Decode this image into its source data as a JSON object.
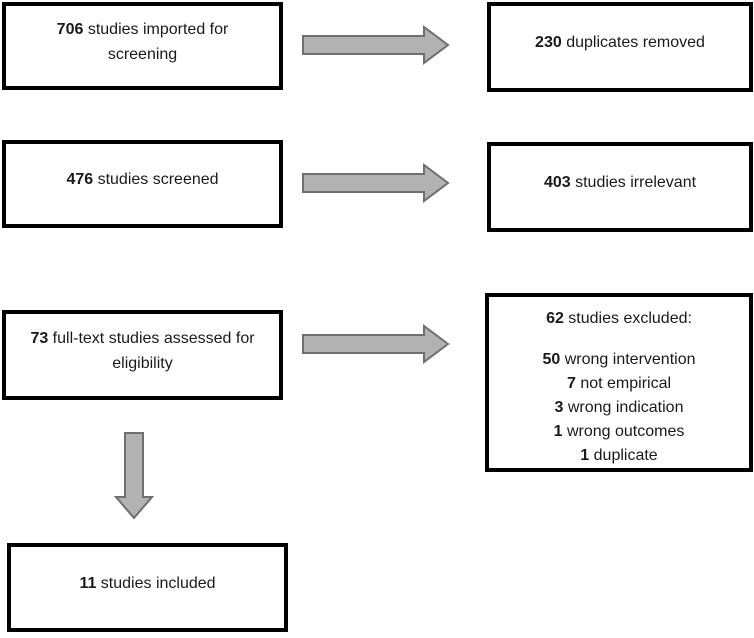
{
  "colors": {
    "background": "#ffffff",
    "box_border": "#000000",
    "text": "#1a1a1a",
    "arrow_fill": "#b2b2b2",
    "arrow_stroke": "#6f6f6f"
  },
  "boxes": {
    "imported": {
      "number": "706",
      "label": " studies imported for screening"
    },
    "duplicates": {
      "number": "230",
      "label": " duplicates removed"
    },
    "screened": {
      "number": "476",
      "label": " studies screened"
    },
    "irrelevant": {
      "number": "403",
      "label": " studies irrelevant"
    },
    "fulltext": {
      "number": "73",
      "label": " full-text studies assessed for eligibility"
    },
    "excluded": {
      "number": "62",
      "label": " studies excluded:",
      "items": [
        {
          "number": "50",
          "label": " wrong intervention"
        },
        {
          "number": "7",
          "label": " not empirical"
        },
        {
          "number": "3",
          "label": " wrong indication"
        },
        {
          "number": "1",
          "label": " wrong outcomes"
        },
        {
          "number": "1",
          "label": " duplicate"
        }
      ]
    },
    "included": {
      "number": "11",
      "label": " studies included"
    }
  }
}
